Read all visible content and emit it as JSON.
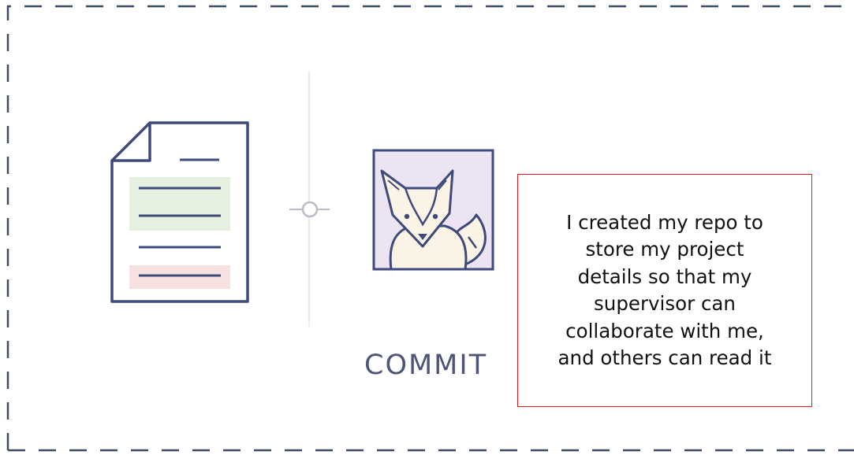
{
  "commit_label": "COMMIT",
  "note": {
    "lines": [
      "I created my repo to",
      "store my project",
      "details so that my",
      "supervisor can",
      "collaborate with me,",
      "and others can read it"
    ]
  },
  "colors": {
    "frame_dash": "#3d4d66",
    "icon_stroke": "#3e4a7a",
    "added_highlight": "#e5f0df",
    "removed_highlight": "#f7e1e1",
    "avatar_background": "#ece4f2",
    "fox_body": "#fbf4e6",
    "note_border": "#e8141c",
    "timeline": "#c2c6cf"
  },
  "icons": [
    "dashed-frame",
    "document-diff-icon",
    "commit-node-icon",
    "fox-avatar-icon"
  ]
}
